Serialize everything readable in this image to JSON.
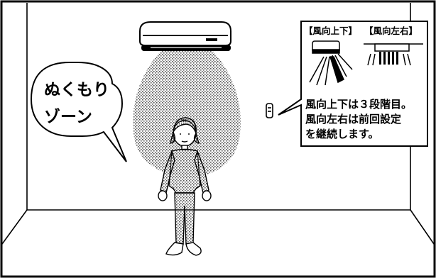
{
  "speech_bubble": {
    "line1": "ぬくもり",
    "line2": "ゾーン"
  },
  "info_panel": {
    "label_vertical": "【風向上下】",
    "label_horizontal": "【風向左右】",
    "note_line1": "風向上下は３段階目。",
    "note_line2": "風向左右は前回設定",
    "note_line3": "を継続します。"
  },
  "colors": {
    "line": "#000000",
    "background": "#ffffff",
    "stipple": "#8a8a8a"
  },
  "icons": [
    "air-conditioner-icon",
    "remote-control-icon",
    "person-figure"
  ]
}
